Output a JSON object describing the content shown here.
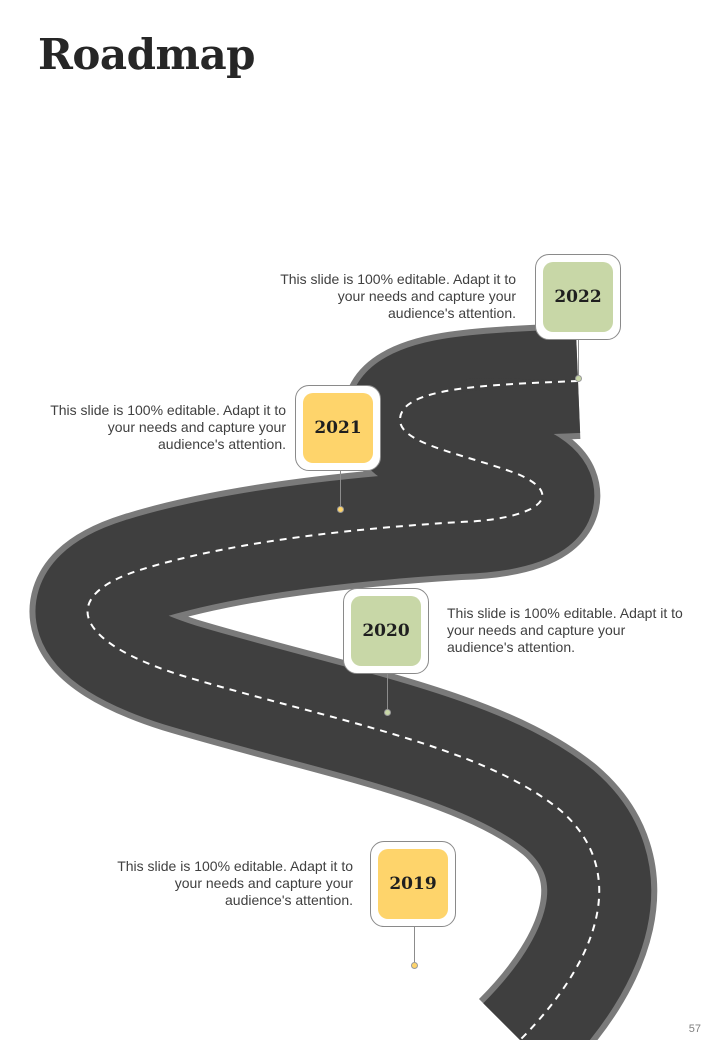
{
  "title": "Roadmap",
  "page_number": "57",
  "colors": {
    "accent_yellow": "#fed46b",
    "accent_green": "#c8d7a7",
    "road": "#3f3f3f",
    "road_edge": "#7a7a7a"
  },
  "milestones": [
    {
      "year": "2022",
      "description": "This slide is 100% editable. Adapt it to your needs and capture your audience's attention.",
      "color": "#c8d7a7"
    },
    {
      "year": "2021",
      "description": "This slide is 100% editable. Adapt it to your needs and capture your audience's attention.",
      "color": "#fed46b"
    },
    {
      "year": "2020",
      "description": "This slide is 100% editable. Adapt it to your needs and capture your audience's attention.",
      "color": "#c8d7a7"
    },
    {
      "year": "2019",
      "description": "This slide is 100% editable. Adapt it to your needs and capture your audience's attention.",
      "color": "#fed46b"
    }
  ]
}
